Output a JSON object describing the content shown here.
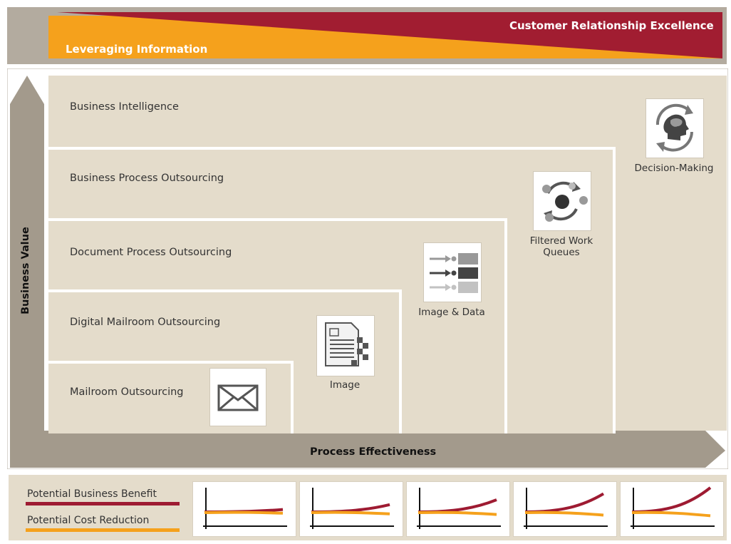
{
  "banner": {
    "top_label": "Customer Relationship Excellence",
    "bottom_label": "Leveraging Information"
  },
  "axes": {
    "y_label": "Business Value",
    "x_label": "Process Effectiveness"
  },
  "levels": [
    {
      "label": "Business Intelligence"
    },
    {
      "label": "Business Process Outsourcing"
    },
    {
      "label": "Document Process Outsourcing"
    },
    {
      "label": "Digital Mailroom Outsourcing"
    },
    {
      "label": "Mailroom Outsourcing"
    }
  ],
  "icons": [
    {
      "name": "envelope-icon",
      "caption": ""
    },
    {
      "name": "document-image-icon",
      "caption": "Image"
    },
    {
      "name": "data-rows-icon",
      "caption": "Image & Data"
    },
    {
      "name": "workflow-cycle-icon",
      "caption_line1": "Filtered Work",
      "caption_line2": "Queues"
    },
    {
      "name": "head-brain-icon",
      "caption": "Decision-Making"
    }
  ],
  "legend": {
    "benefit": "Potential Business Benefit",
    "cost": "Potential Cost Reduction",
    "benefit_color": "#9e1b32",
    "cost_color": "#f5a11c"
  },
  "chart_data": {
    "type": "line",
    "categories": [
      "Mailroom Outsourcing",
      "Digital Mailroom Outsourcing",
      "Document Process Outsourcing",
      "Business Process Outsourcing",
      "Business Intelligence"
    ],
    "series": [
      {
        "name": "Potential Business Benefit",
        "curvature": [
          0.1,
          0.3,
          0.5,
          0.75,
          1.0
        ]
      },
      {
        "name": "Potential Cost Reduction",
        "curvature": [
          0.1,
          0.15,
          0.2,
          0.25,
          0.3
        ]
      }
    ]
  }
}
